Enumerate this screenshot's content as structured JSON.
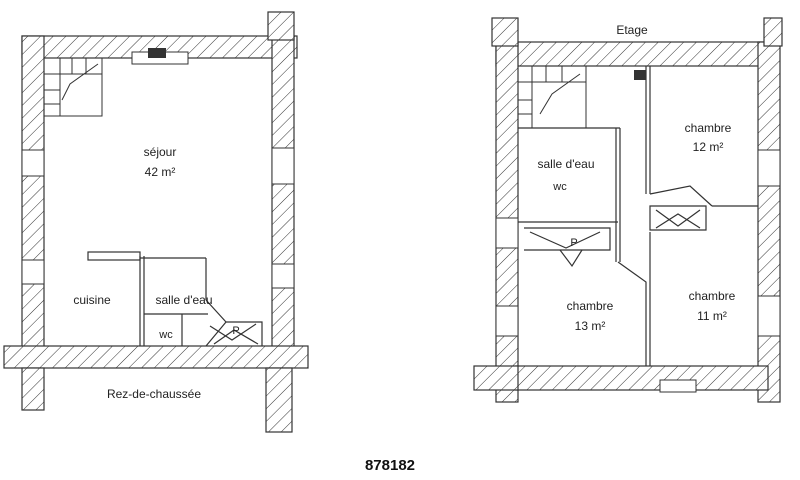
{
  "ground_floor": {
    "title": "Rez-de-chaussée",
    "rooms": {
      "sejour": {
        "name": "séjour",
        "area": "42 m²"
      },
      "cuisine": {
        "name": "cuisine"
      },
      "salle_eau": {
        "name": "salle d'eau"
      },
      "wc": {
        "name": "wc"
      },
      "placard": {
        "name": "P"
      }
    }
  },
  "upper_floor": {
    "title": "Etage",
    "rooms": {
      "chambre_1": {
        "name": "chambre",
        "area": "12 m²"
      },
      "chambre_2": {
        "name": "chambre",
        "area": "11 m²"
      },
      "chambre_3": {
        "name": "chambre",
        "area": "13 m²"
      },
      "salle_eau": {
        "name": "salle d'eau"
      },
      "wc": {
        "name": "wc"
      },
      "placard": {
        "name": "P"
      }
    }
  },
  "reference": "878182"
}
